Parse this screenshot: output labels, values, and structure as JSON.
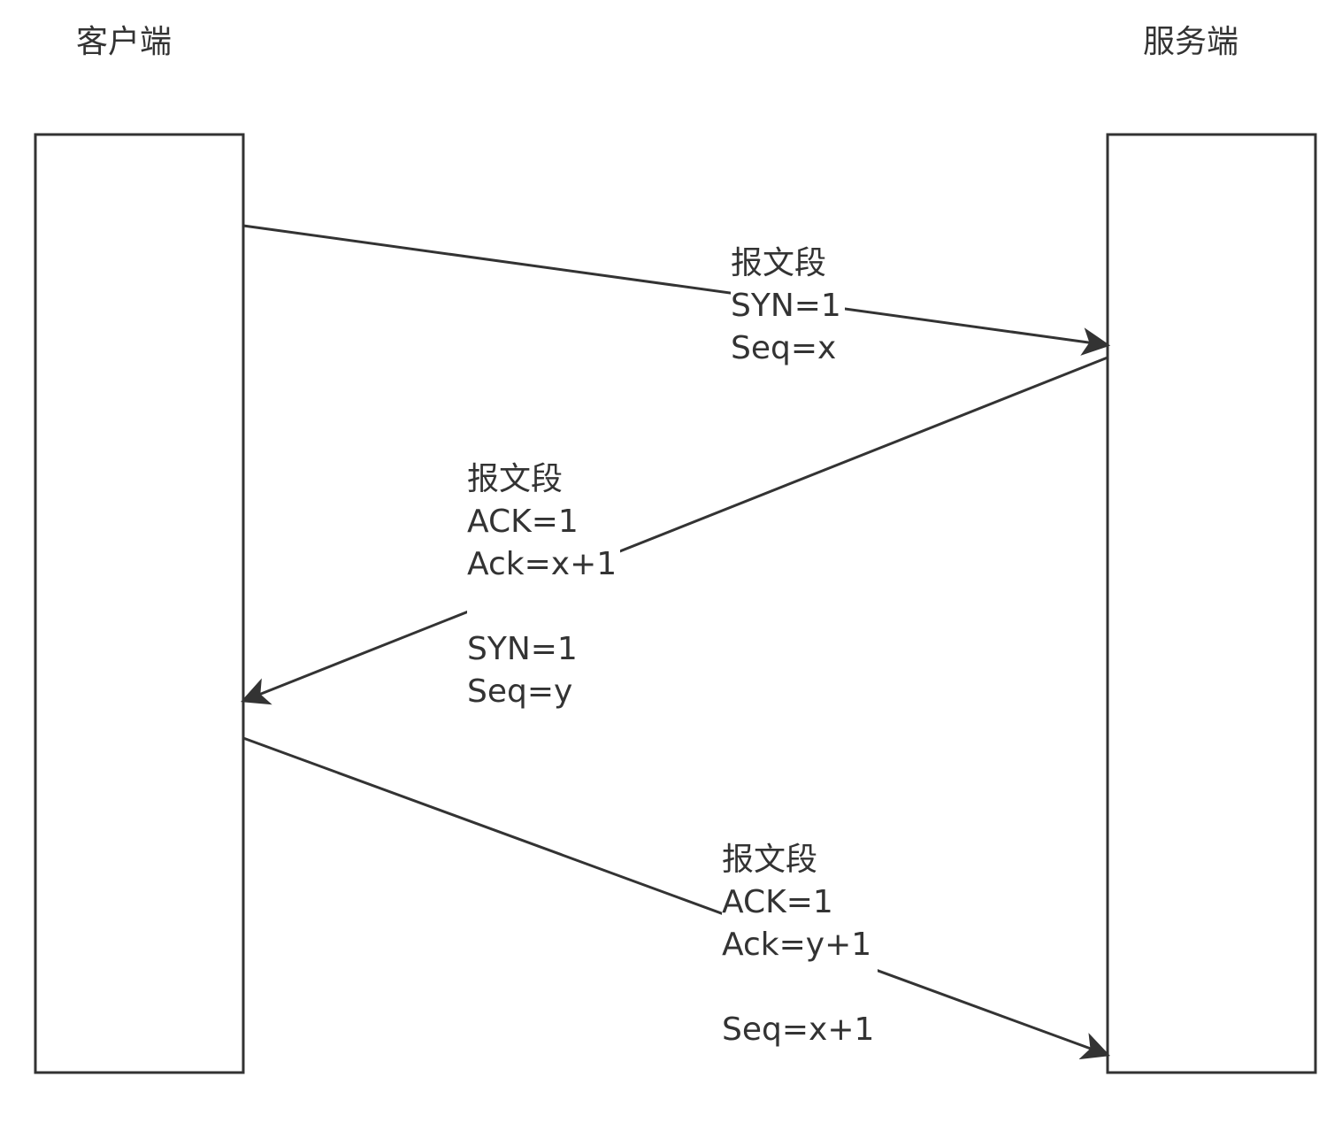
{
  "actors": {
    "client": "客户端",
    "server": "服务端"
  },
  "messages": [
    {
      "from": "客户端",
      "to": "服务端",
      "lines": [
        "报文段",
        "SYN=1",
        "Seq=x"
      ]
    },
    {
      "from": "服务端",
      "to": "客户端",
      "lines": [
        "报文段",
        "ACK=1",
        "Ack=x+1",
        "",
        "SYN=1",
        "Seq=y"
      ]
    },
    {
      "from": "客户端",
      "to": "服务端",
      "lines": [
        "报文段",
        "ACK=1",
        "Ack=y+1",
        "",
        "Seq=x+1"
      ]
    }
  ],
  "colors": {
    "stroke": "#333333",
    "background": "#ffffff"
  }
}
